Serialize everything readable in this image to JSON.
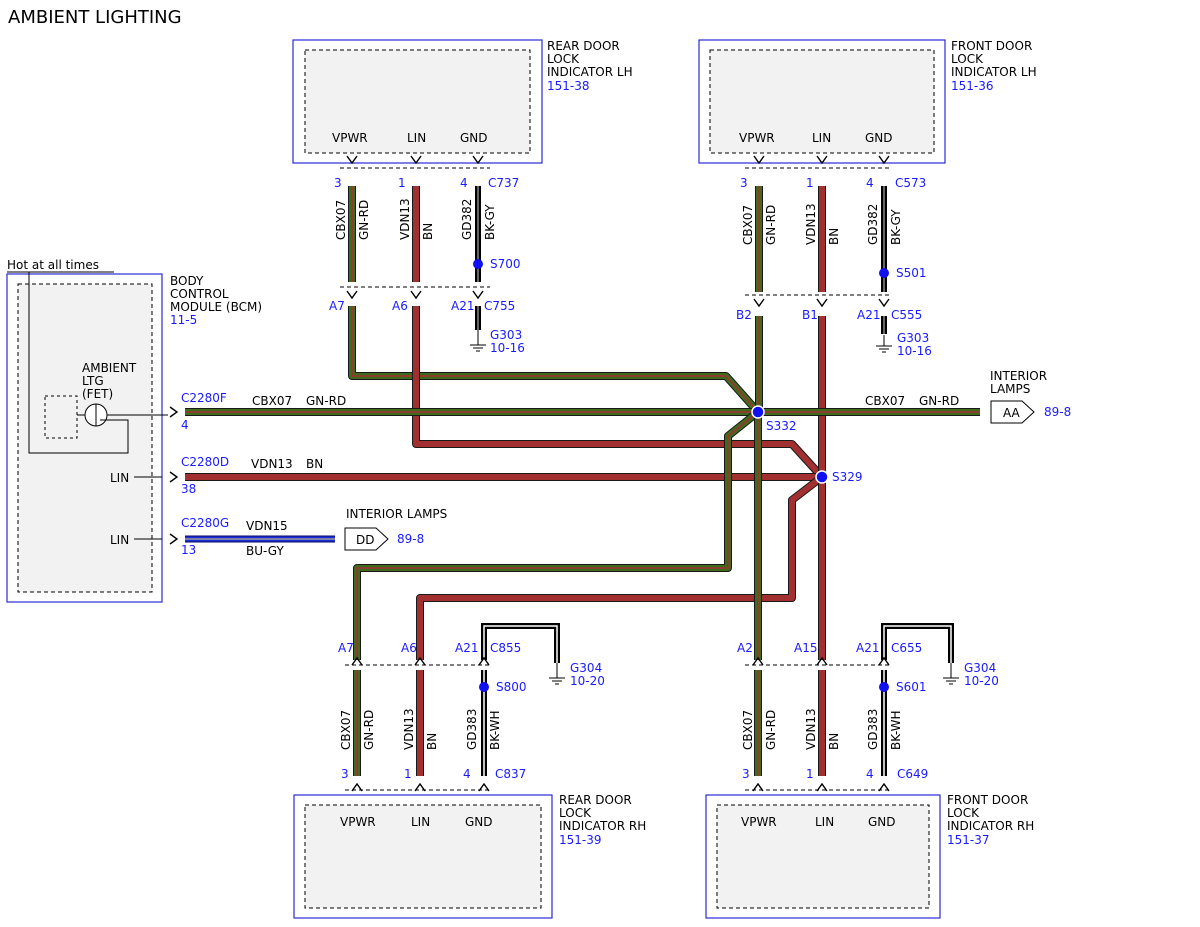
{
  "title": "AMBIENT LIGHTING",
  "hot_label": "Hot at all times",
  "modules": {
    "rear_lh": {
      "name": [
        "REAR DOOR",
        "LOCK",
        "INDICATOR LH"
      ],
      "ref": "151-38",
      "pins": [
        "VPWR",
        "LIN",
        "GND"
      ],
      "connector": "C737",
      "pin_nums": [
        "3",
        "1",
        "4"
      ]
    },
    "front_lh": {
      "name": [
        "FRONT DOOR",
        "LOCK",
        "INDICATOR LH"
      ],
      "ref": "151-36",
      "pins": [
        "VPWR",
        "LIN",
        "GND"
      ],
      "connector": "C573",
      "pin_nums": [
        "3",
        "1",
        "4"
      ]
    },
    "rear_rh": {
      "name": [
        "REAR DOOR",
        "LOCK",
        "INDICATOR RH"
      ],
      "ref": "151-39",
      "pins": [
        "VPWR",
        "LIN",
        "GND"
      ],
      "connector": "C837",
      "pin_nums": [
        "3",
        "1",
        "4"
      ]
    },
    "front_rh": {
      "name": [
        "FRONT DOOR",
        "LOCK",
        "INDICATOR RH"
      ],
      "ref": "151-37",
      "pins": [
        "VPWR",
        "LIN",
        "GND"
      ],
      "connector": "C649",
      "pin_nums": [
        "3",
        "1",
        "4"
      ]
    },
    "bcm": {
      "name": [
        "BODY",
        "CONTROL",
        "MODULE (BCM)"
      ],
      "ref": "11-5",
      "fet": [
        "AMBIENT",
        "LTG",
        "(FET)"
      ],
      "lin1": "LIN",
      "lin2": "LIN"
    }
  },
  "wires": {
    "cbx07": "CBX07",
    "gnrd": "GN-RD",
    "vdn13": "VDN13",
    "bn": "BN",
    "gd382": "GD382",
    "bkgy": "BK-GY",
    "gd383": "GD383",
    "bkwh": "BK-WH",
    "vdn15": "VDN15",
    "bugy": "BU-GY"
  },
  "connectors": {
    "c2280f": "C2280F",
    "c2280f_pin": "4",
    "c2280d": "C2280D",
    "c2280d_pin": "38",
    "c2280g": "C2280G",
    "c2280g_pin": "13",
    "c755": "C755",
    "c555": "C555",
    "c855": "C855",
    "c655": "C655",
    "a7": "A7",
    "a6": "A6",
    "a21": "A21",
    "b2": "B2",
    "b1": "B1",
    "a2": "A2",
    "a15": "A15"
  },
  "splices": {
    "s700": "S700",
    "s501": "S501",
    "s332": "S332",
    "s329": "S329",
    "s800": "S800",
    "s601": "S601"
  },
  "grounds": {
    "g303": "G303",
    "g303_ref": "10-16",
    "g304": "G304",
    "g304_ref": "10-20"
  },
  "destinations": {
    "interior_lamps_a": [
      "INTERIOR",
      "LAMPS"
    ],
    "aa": "AA",
    "aa_ref": "89-8",
    "interior_lamps_b": "INTERIOR LAMPS",
    "dd": "DD",
    "dd_ref": "89-8"
  },
  "colors": {
    "green": "#3f6b1d",
    "red": "#a33030",
    "blue": "#1c2fd6",
    "splice": "#1010f0",
    "box": "#2a2ad8"
  }
}
